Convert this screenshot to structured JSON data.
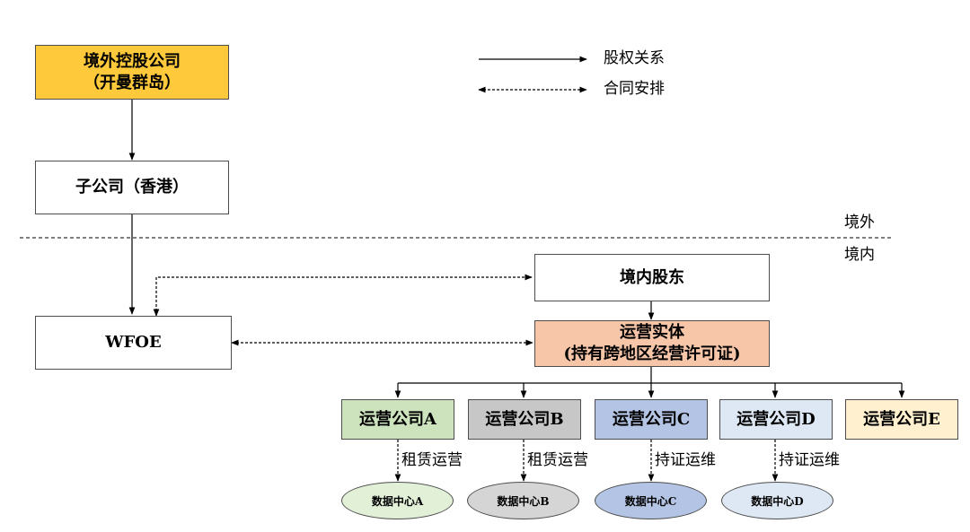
{
  "legend": {
    "equity": "股权关系",
    "contract": "合同安排"
  },
  "region": {
    "offshore": "境外",
    "onshore": "境内"
  },
  "nodes": {
    "offshore_holding": {
      "line1": "境外控股公司",
      "line2": "（开曼群岛）",
      "color": "#ffc93c"
    },
    "hk_sub": {
      "label": "子公司（香港）"
    },
    "wfoe": {
      "label": "WFOE"
    },
    "domestic_shareholder": {
      "label": "境内股东"
    },
    "operating_entity": {
      "line1": "运营实体",
      "line2": "(持有跨地区经营许可证)",
      "color": "#f7c6a9"
    },
    "companies": [
      {
        "label": "运营公司A",
        "color": "#cde3be"
      },
      {
        "label": "运营公司B",
        "color": "#c7c7c7"
      },
      {
        "label": "运营公司C",
        "color": "#b3c4e4"
      },
      {
        "label": "运营公司D",
        "color": "#dde8f4"
      },
      {
        "label": "运营公司E",
        "color": "#fff1cf"
      }
    ],
    "datacenters": [
      {
        "label": "数据中心A",
        "color": "#e2f0d8"
      },
      {
        "label": "数据中心B",
        "color": "#d5d5d5"
      },
      {
        "label": "数据中心C",
        "color": "#b3c4e4"
      },
      {
        "label": "数据中心D",
        "color": "#dde8f4"
      }
    ]
  },
  "relations": [
    "租赁运营",
    "租赁运营",
    "持证运维",
    "持证运维"
  ]
}
